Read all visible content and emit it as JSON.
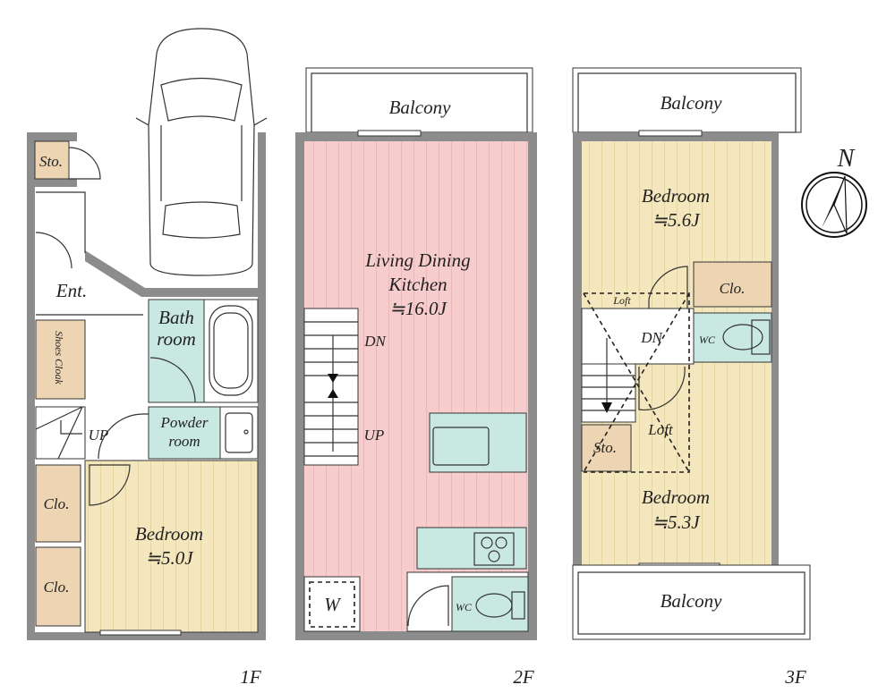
{
  "colors": {
    "wall": "#8c8c8c",
    "bedroom": "#f4e7bd",
    "ldk": "#f6cccc",
    "wet": "#c9e8e2",
    "storage": "#edd5b3"
  },
  "floor1": {
    "label": "1F",
    "rooms": {
      "storage": "Sto.",
      "entrance": "Ent.",
      "shoes": "Shoes Cloak",
      "bath1": "Bath",
      "bath2": "room",
      "powder1": "Powder",
      "powder2": "room",
      "stairs": "UP",
      "closet_a": "Clo.",
      "closet_b": "Clo.",
      "bedroom": "Bedroom",
      "bedroom_size": "≒5.0J"
    }
  },
  "floor2": {
    "label": "2F",
    "rooms": {
      "balcony": "Balcony",
      "ldk1": "Living Dining",
      "ldk2": "Kitchen",
      "ldk_size": "≒16.0J",
      "down": "DN",
      "up": "UP",
      "washer": "W",
      "wc": "WC"
    }
  },
  "floor3": {
    "label": "3F",
    "rooms": {
      "balcony_top": "Balcony",
      "bedroom_a": "Bedroom",
      "bedroom_a_size": "≒5.6J",
      "closet": "Clo.",
      "wc": "WC",
      "loft_a": "Loft",
      "down": "DN",
      "loft_b": "Loft",
      "storage": "Sto.",
      "bedroom_b": "Bedroom",
      "bedroom_b_size": "≒5.3J",
      "balcony_bottom": "Balcony"
    }
  },
  "compass": {
    "north": "N"
  }
}
